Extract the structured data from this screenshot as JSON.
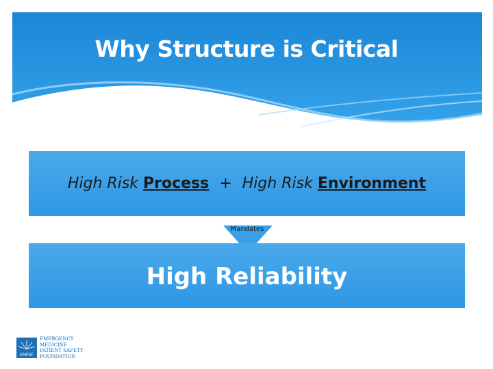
{
  "slide": {
    "title": "Why Structure is Critical",
    "risk": {
      "prefix1": "High Risk",
      "strong1": "Process",
      "plus": "+",
      "prefix2": "High Risk",
      "strong2": "Environment"
    },
    "connector_label": "Mandates",
    "result": "High Reliability"
  },
  "logo": {
    "abbr": "EMPSF",
    "lines": [
      "EMERGENCY",
      "MEDICINE",
      "PATIENT SAFETY",
      "FOUNDATION"
    ]
  },
  "colors": {
    "header_blue": "#1f8ad8",
    "box_blue": "#3a9fe6",
    "arrow_blue": "#3a9fe6",
    "logo_blue": "#1e6fb5"
  }
}
